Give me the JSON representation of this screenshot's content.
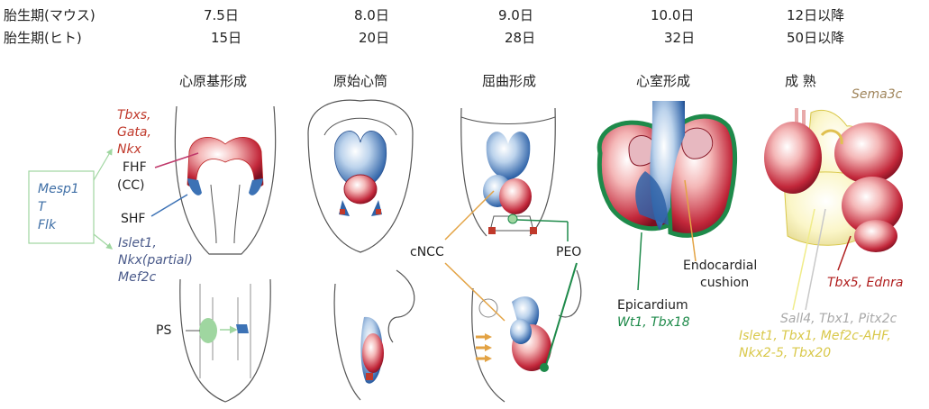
{
  "rows": {
    "mouse": {
      "label": "胎生期(マウス)",
      "values": [
        "7.5日",
        "8.0日",
        "9.0日",
        "10.0日",
        "12日以降"
      ]
    },
    "human": {
      "label": "胎生期(ヒト)",
      "values": [
        "15日",
        "20日",
        "28日",
        "32日",
        "50日以降"
      ]
    }
  },
  "stages": [
    "心原基形成",
    "原始心筒",
    "屈曲形成",
    "心室形成",
    "成 熟"
  ],
  "genes": {
    "red_stack": [
      "Tbxs,",
      "Gata,",
      "Nkx"
    ],
    "mesoderm": [
      "Mesp1",
      "T",
      "Flk"
    ],
    "shf_stack": [
      "Islet1,",
      "Nkx(partial)",
      "Mef2c"
    ],
    "sema": "Sema3c",
    "epicardium_genes": "Wt1, Tbx18",
    "ednra": "Tbx5, Ednra",
    "grey_stack": "Sall4, Tbx1, Pitx2c",
    "yellow_stack": [
      "Islet1, Tbx1, Mef2c-AHF,",
      "Nkx2-5, Tbx20"
    ]
  },
  "labels": {
    "fhf": "FHF",
    "cc": "(CC)",
    "shf": "SHF",
    "ps": "PS",
    "cncc": "cNCC",
    "peo": "PEO",
    "epicardium": "Epicardium",
    "endo1": "Endocardial",
    "endo2": "cushion"
  },
  "colors": {
    "red_gene": "#c0392b",
    "blue_gene": "#3f6fa6",
    "green_gene": "#1e8a4a",
    "brown_gene": "#a0855b",
    "dark_red_gene": "#b01e1e",
    "grey_gene": "#a9a9a9",
    "yellow_gene": "#d9c84a",
    "box_green": "#9fd6a0"
  }
}
